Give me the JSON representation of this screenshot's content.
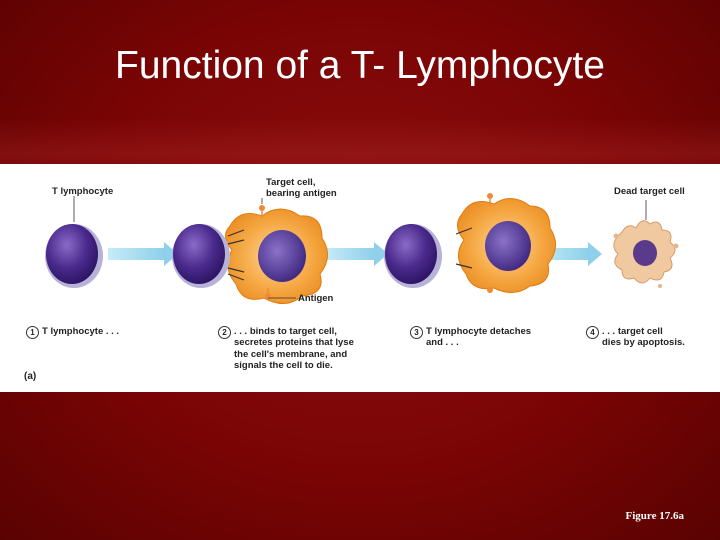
{
  "slide": {
    "title": "Function of a T- Lymphocyte",
    "figure_ref": "Figure 17.6a"
  },
  "diagram": {
    "labels": {
      "t_lymphocyte": "T lymphocyte",
      "target_cell": "Target cell,\nbearing antigen",
      "antigen": "Antigen",
      "dead_target_cell": "Dead target cell",
      "panel_letter": "(a)"
    },
    "steps": [
      {
        "number": "1",
        "text": "T lymphocyte . . ."
      },
      {
        "number": "2",
        "text": ". . . binds to target cell,\nsecretes proteins that lyse\nthe cell's membrane, and\nsignals the cell to die."
      },
      {
        "number": "3",
        "text": "T lymphocyte detaches\nand . . ."
      },
      {
        "number": "4",
        "text": ". . . target cell\ndies by apoptosis."
      }
    ]
  },
  "colors": {
    "background": "#7a0404",
    "lymphocyte": "#4a2a8c",
    "target_cell": "#f5a742",
    "arrow": "#a9dcf0"
  }
}
